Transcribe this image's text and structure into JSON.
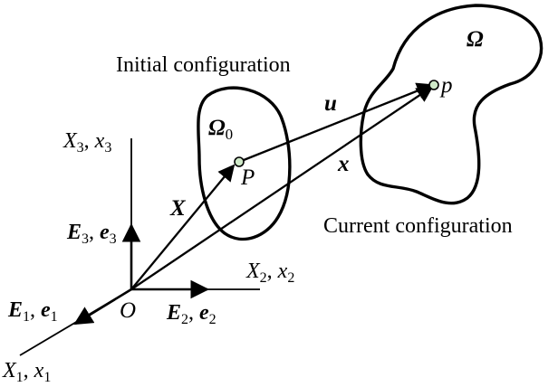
{
  "texts": {
    "initial_configuration": "Initial configuration",
    "current_configuration": "Current configuration",
    "omega0": "Ω",
    "omega0_sub": "0",
    "omega": "Ω",
    "P": "P",
    "p": "p",
    "u": "u",
    "x": "x",
    "X": "X",
    "O": "O",
    "x3_upper": "X",
    "x3_upper_sub": "3",
    "x3_comma": ", ",
    "x3_lower": "x",
    "x3_lower_sub": "3",
    "x2_upper": "X",
    "x2_upper_sub": "2",
    "x2_comma": ", ",
    "x2_lower": "x",
    "x2_lower_sub": "2",
    "x1_upper": "X",
    "x1_upper_sub": "1",
    "x1_comma": ", ",
    "x1_lower": "x",
    "x1_lower_sub": "1",
    "e3_upper": "E",
    "e3_upper_sub": "3",
    "e3_comma": ", ",
    "e3_lower": "e",
    "e3_lower_sub": "3",
    "e2_upper": "E",
    "e2_upper_sub": "2",
    "e2_comma": ", ",
    "e2_lower": "e",
    "e2_lower_sub": "2",
    "e1_upper": "E",
    "e1_upper_sub": "1",
    "e1_comma": ", ",
    "e1_lower": "e",
    "e1_lower_sub": "1"
  },
  "colors": {
    "ink": "#000000",
    "point_fill": "#cfe9c8"
  }
}
